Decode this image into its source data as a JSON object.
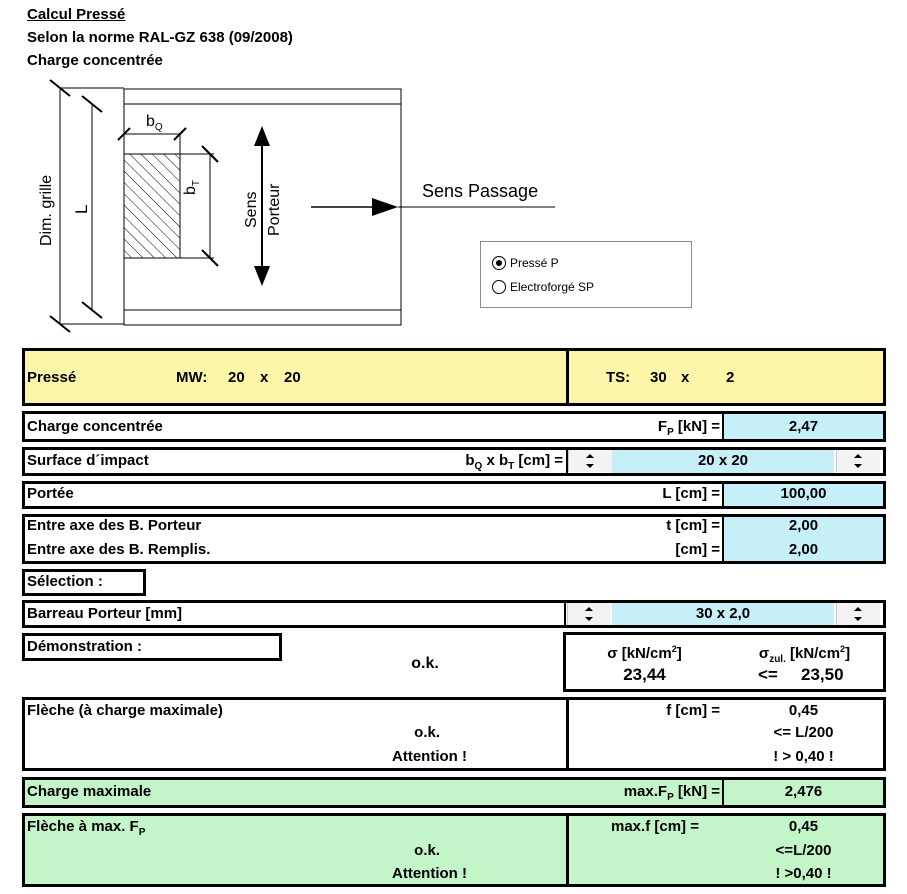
{
  "header": {
    "title": "Calcul Pressé",
    "norm": "Selon la norme RAL-GZ 638 (09/2008)",
    "load_type": "Charge concentrée"
  },
  "diagram": {
    "label_bq": "b",
    "label_bq_sub": "Q",
    "label_bt": "b",
    "label_bt_sub": "T",
    "label_dim": "Dim. grille",
    "label_l": "L",
    "label_sens": "Sens",
    "label_porteur": "Porteur",
    "label_passage": "Sens Passage"
  },
  "options": {
    "items": [
      {
        "label": "Pressé P",
        "selected": true
      },
      {
        "label": "Electroforgé SP",
        "selected": false
      }
    ]
  },
  "spec": {
    "type": "Pressé",
    "mw_label": "MW:",
    "mw_a": "20",
    "mw_x": "x",
    "mw_b": "20",
    "ts_label": "TS:",
    "ts_a": "30",
    "ts_x": "x",
    "ts_b": "2"
  },
  "charge": {
    "label": "Charge concentrée",
    "unit_f": "F",
    "unit_sub": "P",
    "unit_rest": " [kN] =",
    "value": "2,47"
  },
  "impact": {
    "label": "Surface d´impact",
    "unit_b1": "b",
    "unit_s1": "Q",
    "unit_mid": " x b",
    "unit_s2": "T",
    "unit_rest": " [cm] =",
    "value": "20  x  20"
  },
  "span": {
    "label": "Portée",
    "unit": "L [cm] =",
    "value": "100,00"
  },
  "spacing": {
    "porteur_label": "Entre axe des B. Porteur",
    "porteur_unit": "t [cm] =",
    "porteur_value": "2,00",
    "rempl_label": "Entre axe des B. Remplis.",
    "rempl_unit": "[cm] =",
    "rempl_value": "2,00"
  },
  "selection": {
    "label": "Sélection :",
    "bar_label": "Barreau Porteur [mm]",
    "bar_value": "30  x  2,0"
  },
  "demo": {
    "label": "Démonstration :",
    "status": "o.k.",
    "sigma_head": "σ [kN/cm",
    "sigma_sup": "2",
    "sigma_close": "]",
    "sigma_zul_head": "σ",
    "sigma_zul_sub": "zul.",
    "sigma_zul_unit": " [kN/cm",
    "sigma_zul_sup": "2",
    "sigma_zul_close": "]",
    "sigma_value": "23,44",
    "compare": "<=",
    "sigma_zul_value": "23,50"
  },
  "deflection": {
    "label": "Flèche (à charge maximale)",
    "status_ok": "o.k.",
    "status_warn": "Attention !",
    "unit": "f [cm] =",
    "value": "0,45",
    "limit": "<= L/200",
    "limit_warn": "! > 0,40 !"
  },
  "max_charge": {
    "label": "Charge maximale",
    "unit_a": "max.F",
    "unit_sub": "P",
    "unit_rest": " [kN] =",
    "value": "2,476"
  },
  "max_deflection": {
    "label_a": "Flèche à max. F",
    "label_sub": "P",
    "status_ok": "o.k.",
    "status_warn": "Attention !",
    "unit": "max.f [cm] =",
    "value": "0,45",
    "limit": "<=L/200",
    "limit_warn": "! >0,40 !"
  },
  "colors": {
    "yellow": "#fdf6a8",
    "cyan": "#c6eff8",
    "green": "#c4f5c8"
  }
}
